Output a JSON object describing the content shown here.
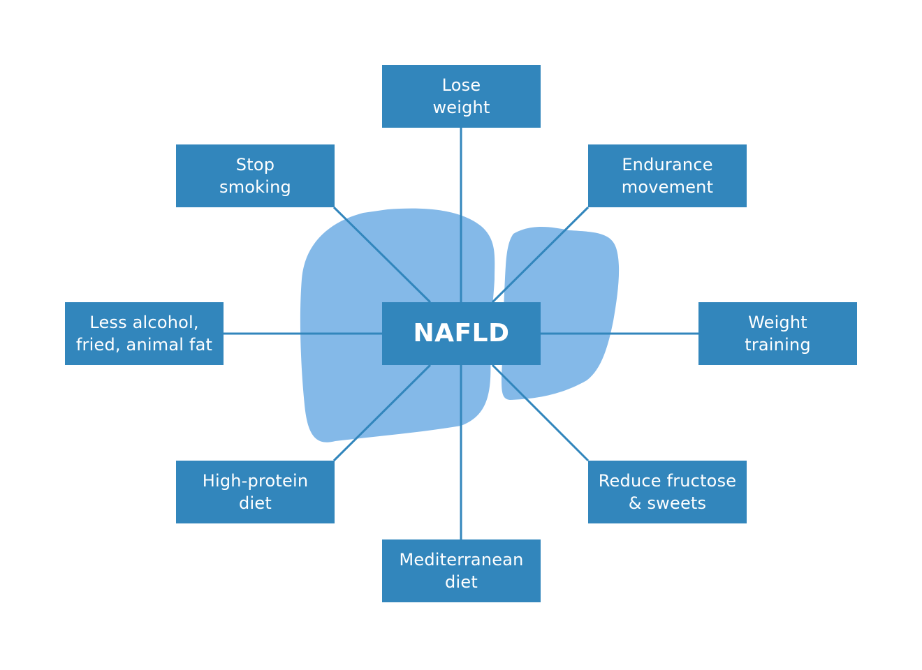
{
  "colors": {
    "box_fill": "#3286bc",
    "connector": "#3286bc",
    "liver": "#84b9e8",
    "text": "#ffffff",
    "background": "#ffffff"
  },
  "diagram": {
    "center": {
      "label": "NAFLD"
    },
    "nodes": [
      {
        "id": "top",
        "label": "Lose\nweight"
      },
      {
        "id": "top-right",
        "label": "Endurance\nmovement"
      },
      {
        "id": "right",
        "label": "Weight\ntraining"
      },
      {
        "id": "bottom-right",
        "label": "Reduce fructose\n& sweets"
      },
      {
        "id": "bottom",
        "label": "Mediterranean\ndiet"
      },
      {
        "id": "bottom-left",
        "label": "High-protein\ndiet"
      },
      {
        "id": "left",
        "label": "Less alcohol,\nfried, animal fat"
      },
      {
        "id": "top-left",
        "label": "Stop\nsmoking"
      }
    ],
    "background_shape": "liver-icon"
  }
}
